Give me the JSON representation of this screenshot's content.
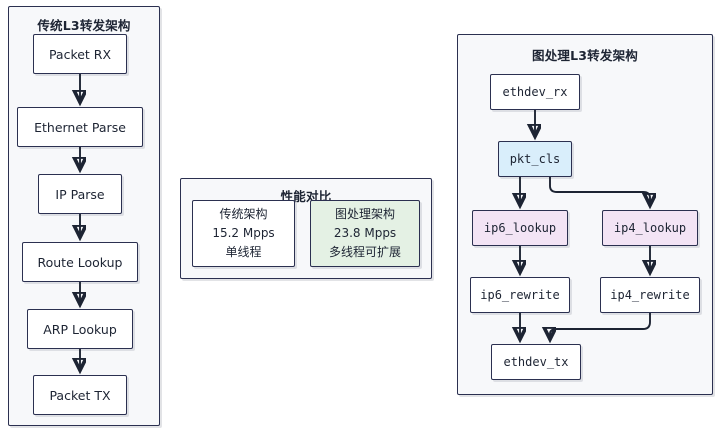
{
  "diagram": {
    "left_panel": {
      "title": "传统L3转发架构",
      "nodes": [
        {
          "id": "packet_rx",
          "label": "Packet RX"
        },
        {
          "id": "ethernet_parse",
          "label": "Ethernet Parse"
        },
        {
          "id": "ip_parse",
          "label": "IP Parse"
        },
        {
          "id": "route_lookup",
          "label": "Route Lookup"
        },
        {
          "id": "arp_lookup",
          "label": "ARP Lookup"
        },
        {
          "id": "packet_tx",
          "label": "Packet TX"
        }
      ]
    },
    "middle_panel": {
      "title": "性能对比",
      "cards": [
        {
          "id": "traditional",
          "line1": "传统架构",
          "line2": "15.2 Mpps",
          "line3": "单线程",
          "color": "#ffffff"
        },
        {
          "id": "graph",
          "line1": "图处理架构",
          "line2": "23.8 Mpps",
          "line3": "多线程可扩展",
          "color": "#e4f1e4"
        }
      ]
    },
    "right_panel": {
      "title": "图处理L3转发架构",
      "nodes": [
        {
          "id": "ethdev_rx",
          "label": "ethdev_rx",
          "color": "#ffffff"
        },
        {
          "id": "pkt_cls",
          "label": "pkt_cls",
          "color": "#d9eefb"
        },
        {
          "id": "ip6_lookup",
          "label": "ip6_lookup",
          "color": "#f3e4f5"
        },
        {
          "id": "ip4_lookup",
          "label": "ip4_lookup",
          "color": "#f3e4f5"
        },
        {
          "id": "ip6_rewrite",
          "label": "ip6_rewrite",
          "color": "#ffffff"
        },
        {
          "id": "ip4_rewrite",
          "label": "ip4_rewrite",
          "color": "#ffffff"
        },
        {
          "id": "ethdev_tx",
          "label": "ethdev_tx",
          "color": "#ffffff"
        }
      ]
    },
    "colors": {
      "border": "#2b3050",
      "panel_background": "#f7f8fa",
      "node_background": "#ffffff",
      "accent_blue": "#d9eefb",
      "accent_pink": "#f3e4f5",
      "accent_green": "#e4f1e4",
      "text": "#1d2433"
    }
  }
}
